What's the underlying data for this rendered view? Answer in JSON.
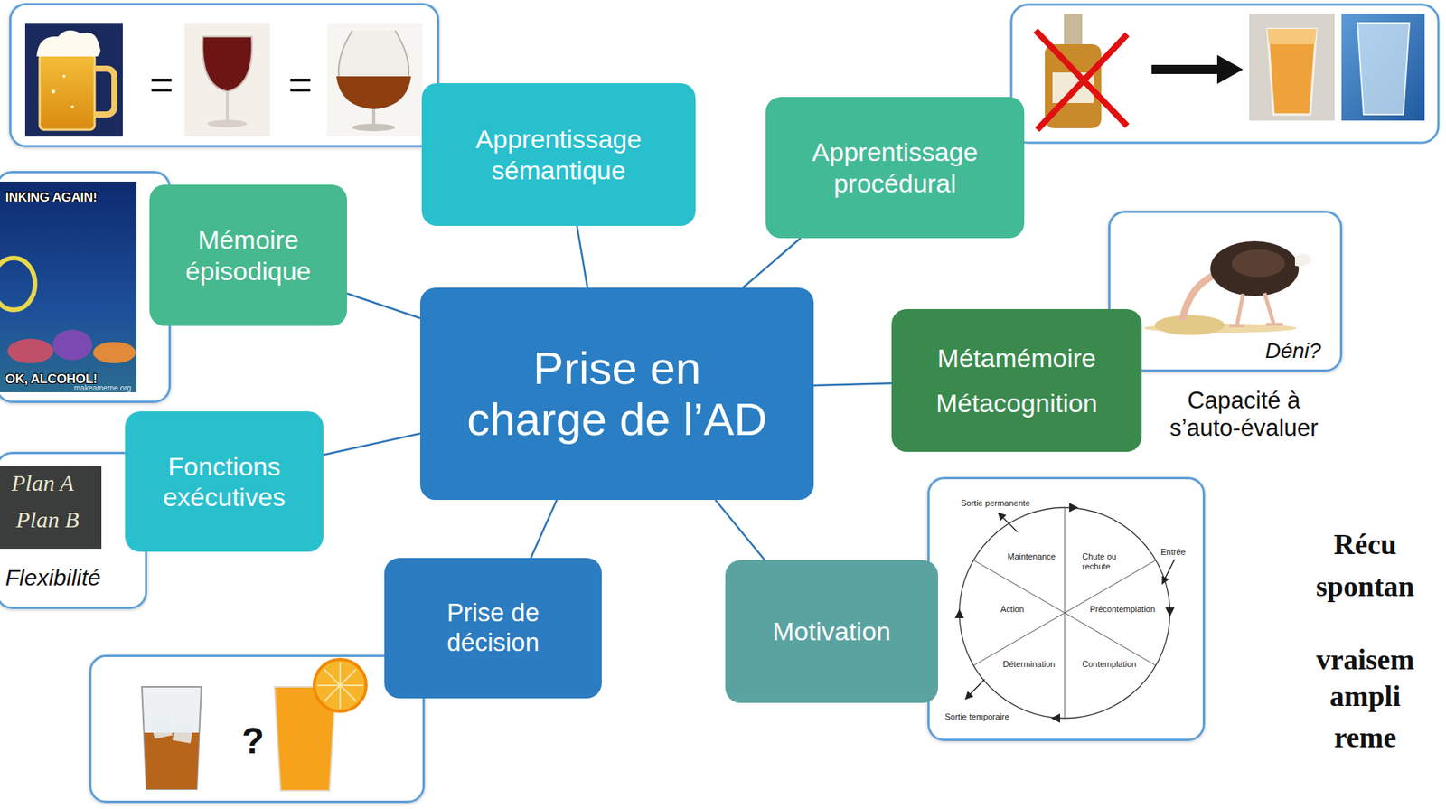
{
  "diagram": {
    "nodes": [
      {
        "text": [
          "=",
          "="
        ]
      },
      {
        "text": [
          "Apprentissage sémantique"
        ]
      },
      {
        "text": [
          "Apprentissage procédural"
        ]
      },
      {
        "text": [
          "INKING AGAIN!",
          "OK, ALCOHOL!",
          "makeameme.org"
        ]
      },
      {
        "text": [
          "Mémoire épisodique"
        ]
      },
      {
        "text": [
          "Déni?",
          "Capacité à s’auto-évaluer"
        ]
      },
      {
        "text": [
          "Prise en charge de l’AD"
        ]
      },
      {
        "text": [
          "Métamémoire",
          "Métacognition"
        ]
      },
      {
        "text": [
          "Plan A",
          "Plan B",
          "Flexibilité"
        ]
      },
      {
        "text": [
          "Fonctions exécutives"
        ]
      },
      {
        "text": [
          "Sortie permanente",
          "Maintenance",
          "Chute ou rechute",
          "Entrée",
          "Action",
          "Précontemplation",
          "Détermination",
          "Contemplation",
          "Sortie temporaire"
        ]
      },
      {
        "text": [
          "Prise de décision"
        ]
      },
      {
        "text": [
          "Motivation"
        ]
      },
      {
        "text": [
          "?"
        ]
      }
    ],
    "edges": [
      {
        "from": 6,
        "to": 1,
        "arrow": "none"
      },
      {
        "from": 6,
        "to": 2,
        "arrow": "none"
      },
      {
        "from": 6,
        "to": 4,
        "arrow": "none"
      },
      {
        "from": 6,
        "to": 7,
        "arrow": "none"
      },
      {
        "from": 6,
        "to": 9,
        "arrow": "none"
      },
      {
        "from": 6,
        "to": 11,
        "arrow": "none"
      },
      {
        "from": 6,
        "to": 12,
        "arrow": "none"
      }
    ],
    "labels": [
      "Récu",
      "spontan",
      "vraisem",
      "ampli",
      "reme"
    ]
  }
}
